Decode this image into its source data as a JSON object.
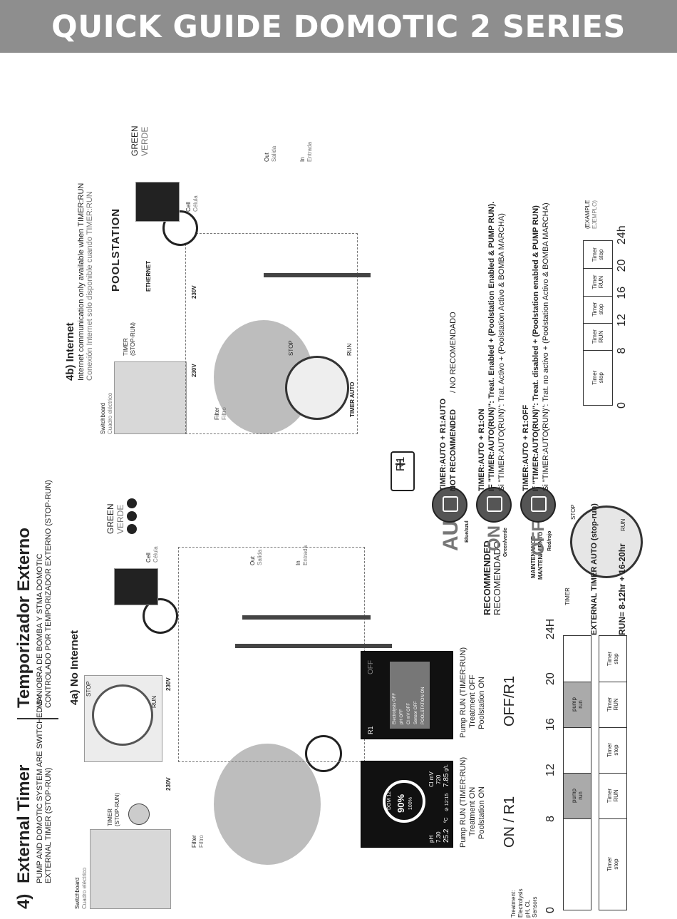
{
  "header": {
    "title": "QUICK GUIDE DOMOTIC 2 SERIES"
  },
  "section4": {
    "number": "4)",
    "title": "External Timer",
    "subtitle_en": "PUMP AND DOMOTIC SYSTEM ARE SWITCHED BY",
    "subtitle_en2": "EXTERNAL TIMER (STOP-RUN)",
    "title_es": "Temporizador Externo",
    "subtitle_es": "MANIOBRA DE BOMBA Y STMA DOMOTIC",
    "subtitle_es2": "CONTROLADO POR TEMPORIZADOR EXTERNO (STOP-RUN)"
  },
  "section4a": {
    "title": "4a) No Internet"
  },
  "section4b": {
    "title": "4b) Internet",
    "note_en": "Internet communication only available when TIMER:RUN",
    "note_es": "Conexión Internet solo disponible cuando TIMER:RUN",
    "ethernet": "ETHERNET",
    "brand": "POOLSTATION"
  },
  "labels": {
    "switchboard": "Switchboard",
    "cuadro": "Cuadro eléctrico",
    "timer_stop_run": "TIMER",
    "timer_stop_run2": "(STOP-RUN)",
    "v230": "230V",
    "filter": "Filter",
    "filtro": "Filtro",
    "cell": "Cell",
    "celula": "Célula",
    "out": "Out",
    "salida": "Salida",
    "in": "In",
    "entrada": "Entrada",
    "green": "GREEN",
    "verde": "VERDE",
    "stop": "STOP",
    "run": "RUN",
    "timer": "TIMER",
    "timer_auto": "TIMER AUTO"
  },
  "screens": {
    "left": {
      "caption1": "Pump RUN  (TIMER:RUN)",
      "caption2": "Treatment ON",
      "caption3": "Poolstation ON",
      "ph_label": "pH",
      "ph_value": "7.30",
      "ph_sub": "7.30",
      "temp": "25.2",
      "temp_unit": "ºC",
      "dom": "DOM 12",
      "pct": "90%",
      "pct_small": "100%",
      "time": "⊘ 12:15",
      "cl_label": "Cl mV",
      "cl_value": "720",
      "cl_sub": "720",
      "gl": "7.85",
      "gl_unit": "g/L"
    },
    "right": {
      "caption1": "Pump RUN  (TIMER:RUN)",
      "caption2": "Treatment OFF",
      "caption3": "Poolstation ON",
      "r1": "R1",
      "off": "OFF",
      "line1": "Electrolysis OFF",
      "line2": "pH OFF",
      "line3": "Cl mV OFF",
      "line4": "Sensor OFF",
      "line5": "POOLSTATION ON"
    }
  },
  "legend": {
    "sensors1": "Treatment:",
    "sensors2": "Electrolysis",
    "sensors3": "pH, CL",
    "sensors4": "Sensors",
    "on_r1": "ON / R1",
    "off_r1": "OFF/R1"
  },
  "timeline": {
    "ticks": [
      "0",
      "8",
      "12",
      "16",
      "20",
      "24H"
    ],
    "row1": [
      "pump\nrun",
      "pump\nrun"
    ],
    "row2": [
      "Timer\nstop",
      "Timer\nRUN",
      "Timer\nstop",
      "Timer\nRUN",
      "Timer\nstop"
    ]
  },
  "modes": {
    "recommended": "RECOMMENDED",
    "recomendado": "RECOMENDADO",
    "maintenance": "MAINTENANCE",
    "mantenimiento": "MANTENIMIENTO",
    "auto": "AUTO",
    "auto_sub": "Blue/azul",
    "on": "ON",
    "on_sub": "Green/verde",
    "off": "OFF",
    "off_sub": "Red/rojo",
    "r1": "R1",
    "plus": "+"
  },
  "rules": {
    "auto_1": "TIMER:AUTO + R1:AUTO",
    "auto_2": "NOT RECOMMENDED",
    "auto_3": " / NO RECOMENDADO",
    "on_1": "TIMER:AUTO + R1:ON",
    "on_2": "IF \"TIMER:AUTO(RUN)\": Treat. Enabled + (Poolstation Enabled & PUMP RUN).",
    "on_3": "Si \"TIMER:AUTO(RUN)\": Trat. Activo + (Poolstation Activo & BOMBA MARCHA)",
    "off_1": "TIMER:AUTO + R1:OFF",
    "off_2": "If  \"TIMER:AUTO(RUN)\": Treat.  disabled + (Poolstation enabled & PUMP RUN)",
    "off_3": "Si \"TIMER:AUTO(RUN)\": Trat. no activo + (Poolstation Activo & BOMBA MARCHA)"
  },
  "external": {
    "title": "EXTERNAL TIMER AUTO (stop-run)",
    "run": "RUN= 8-12hr  + 16-20hr",
    "example": "(EXAMPLE",
    "ejemplo": "EJEMPLO)",
    "ticks": [
      "0",
      "8",
      "12",
      "16",
      "20",
      "24h"
    ],
    "cells": [
      "Timer\nstop",
      "Timer\nRUN",
      "Timer\nstop",
      "Timer\nRUN",
      "Timer\nstop"
    ]
  },
  "colors": {
    "header_bg": "#8e8e8e",
    "accent_dark": "#555555"
  }
}
